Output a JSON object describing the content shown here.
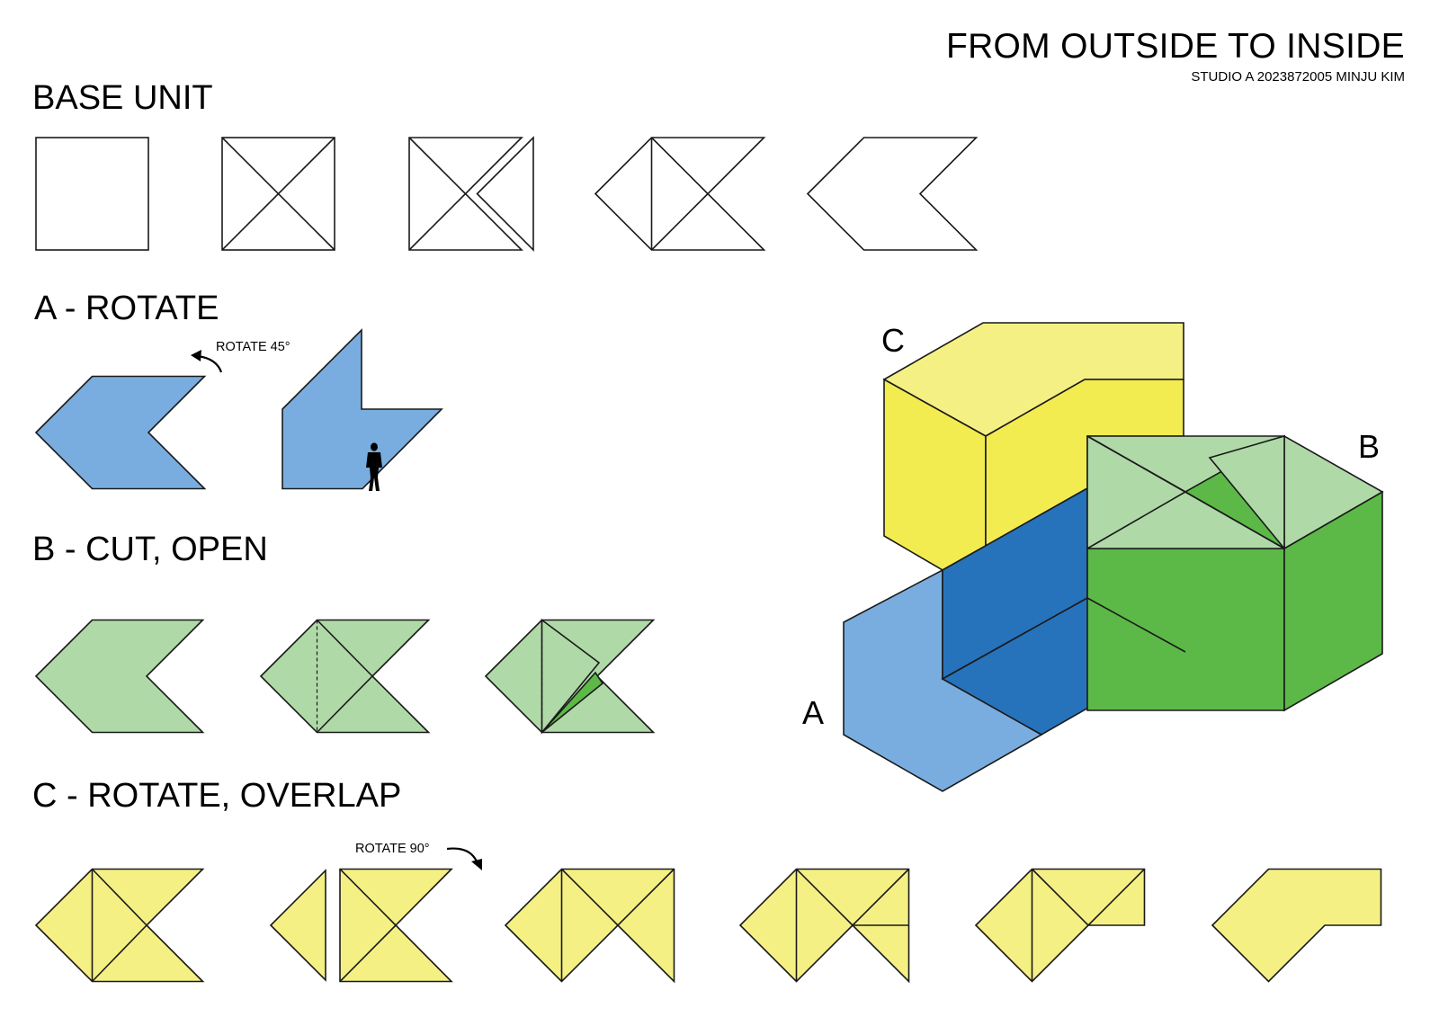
{
  "header": {
    "title": "FROM OUTSIDE TO INSIDE",
    "subtitle": "STUDIO A 2023872005 MINJU KIM"
  },
  "sections": {
    "base": "BASE UNIT",
    "a": "A - ROTATE",
    "b": "B - CUT, OPEN",
    "c": "C - ROTATE, OVERLAP"
  },
  "notes": {
    "rotate45": "ROTATE 45°",
    "rotate90": "ROTATE 90°"
  },
  "labels": {
    "a": "A",
    "b": "B",
    "c": "C"
  },
  "colors": {
    "blue": "#7aaddf",
    "blue_dark": "#2673bb",
    "green_light": "#b0d9a8",
    "green": "#5cb947",
    "yellow_light": "#f5f084",
    "yellow": "#f3ec50",
    "line": "#1a1a1a"
  },
  "icons": [
    "rotate-ccw-arrow-icon",
    "rotate-cw-arrow-icon",
    "person-silhouette-icon"
  ]
}
